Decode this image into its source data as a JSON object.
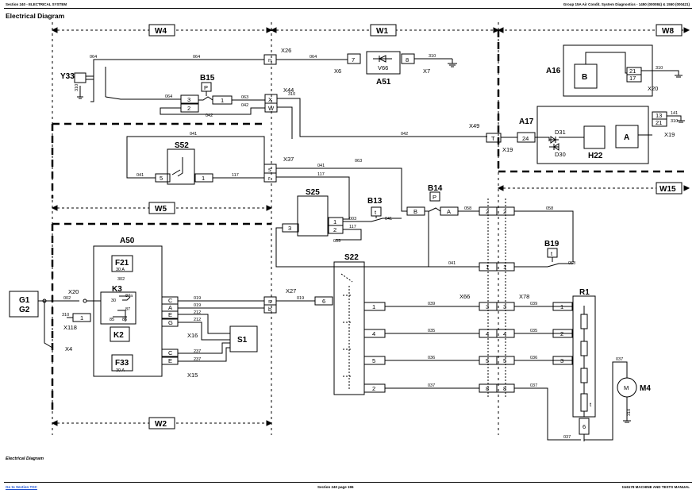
{
  "header": {
    "left": "Section 240 - ELECTRICAL SYSTEM",
    "right": "Group 15A Air Condit. System Diagnostics - 1450 (000084) & 1550 (000421)"
  },
  "title": "Electrical Diagram",
  "caption": "Electrical Diagram",
  "footer": {
    "link": "Go to Section TOC",
    "center": "Section 240 page 196",
    "right": "tm6178 MACHINE AND TESTS MANUAL"
  },
  "zones": {
    "w4": "W4",
    "w1": "W1",
    "w8": "W8",
    "w5": "W5",
    "w15": "W15",
    "w2": "W2"
  },
  "components": {
    "y33": "Y33",
    "b15": "B15",
    "b15_sym": "P",
    "a51": "A51",
    "v66": "V66",
    "a16": "A16",
    "a16_b": "B",
    "a17": "A17",
    "a17_a": "A",
    "h22": "H22",
    "d31": "D31",
    "d30": "D30",
    "s52": "S52",
    "s25": "S25",
    "b13": "B13",
    "b13_sym": "t",
    "b14": "B14",
    "b14_sym": "P",
    "b19": "B19",
    "b19_sym": "t",
    "a50": "A50",
    "f21": "F21",
    "f21_rating": "30 A",
    "k3": "K3",
    "k2": "K2",
    "f33": "F33",
    "f33_rating": "30 A",
    "g1": "G1",
    "g2": "G2",
    "s1": "S1",
    "s22": "S22",
    "r1": "R1",
    "r1_t": "t",
    "m4": "M4",
    "m4_sym": "M"
  },
  "connectors": {
    "x26": "X26",
    "x6": "X6",
    "x7": "X7",
    "x44": "X44",
    "x20a": "X20",
    "x49": "X49",
    "x19a": "X19",
    "x19b": "X19",
    "x37": "X37",
    "x20b": "X20",
    "x118": "X118",
    "x4": "X4",
    "x16": "X16",
    "x15": "X15",
    "x27": "X27",
    "x66": "X66",
    "x78": "X78"
  },
  "pins": {
    "n": "n",
    "x": "X",
    "w": "W",
    "s": "s",
    "r": "r",
    "sb": "s",
    "b": "b",
    "t": "T",
    "p24": "24",
    "p7": "7",
    "p8": "8",
    "p3": "3",
    "p2": "2",
    "p1": "1",
    "s52_5": "5",
    "s52_1": "1",
    "p21": "21",
    "p17": "17",
    "p13": "13",
    "p21b": "21",
    "s25_3": "3",
    "s25_1": "1",
    "s25_2": "2",
    "b14_b": "B",
    "b14_a": "A",
    "x66_2": "2",
    "x66_1": "1",
    "x66_3": "3",
    "x66_4": "4",
    "x66_5": "5",
    "x66_8": "8",
    "x78_2": "2",
    "x78_1": "1",
    "x78_3": "3",
    "x78_4": "4",
    "x78_5": "5",
    "x78_8": "8",
    "s22_6": "6",
    "s22_1": "1",
    "s22_4": "4",
    "s22_5": "5",
    "s22_2": "2",
    "a50_c": "C",
    "a50_a": "A",
    "a50_e": "E",
    "a50_g": "G",
    "a50_c2": "C",
    "a50_e2": "E",
    "g_1": "1",
    "r1_1": "1",
    "r1_2": "2",
    "r1_3": "3",
    "r1_6": "6",
    "k3_30": "30",
    "k3_87a": "87a",
    "k3_87": "87",
    "k3_85": "85",
    "k3_86": "86"
  },
  "wires": {
    "w064a": "064",
    "w064b": "064",
    "w064c": "064",
    "w064d": "064",
    "w063a": "063",
    "w042a": "042",
    "w042b": "042",
    "w310a": "310",
    "w310b": "310",
    "w310c": "310",
    "w310d": "310",
    "w141": "141",
    "w310e": "310",
    "w042c": "042",
    "w041a": "041",
    "w041b": "041",
    "w117a": "117",
    "w041c": "041",
    "w117b": "117",
    "w063b": "063",
    "w003": "003",
    "w041d": "041",
    "w117c": "117",
    "w039a": "039",
    "w058a": "058",
    "w058b": "058",
    "w041e": "041",
    "w058c": "058",
    "w002": "002",
    "w310f": "310",
    "w302": "302",
    "w019a": "019",
    "w019b": "019",
    "w212a": "212",
    "w212b": "212",
    "w237a": "237",
    "w237b": "237",
    "w019c": "019",
    "w039b": "039",
    "w039c": "039",
    "w035a": "035",
    "w035b": "035",
    "w036a": "036",
    "w036b": "036",
    "w037a": "037",
    "w037b": "037",
    "w037c": "037",
    "w037d": "037",
    "w310g": "310"
  }
}
